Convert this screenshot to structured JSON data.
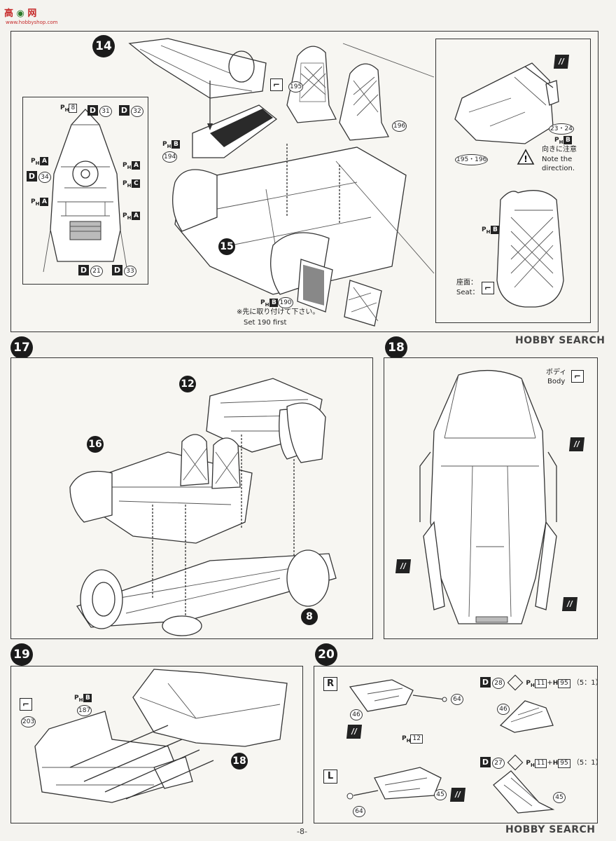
{
  "watermark": {
    "chars": "高",
    "site": "网",
    "url": "www.hobbyshop.com"
  },
  "page_number": "-8-",
  "brand_top": "HOBBY SEARCH",
  "brand_bottom": "HOBBY SEARCH",
  "steps": {
    "s14": {
      "num": "14",
      "paint": {
        "ph8": "8",
        "d31": "31",
        "d32": "32",
        "pha1": "A",
        "phc": "C",
        "d34": "34",
        "pha2": "A",
        "pha3": "A",
        "pha4": "A",
        "d21": "21",
        "d33": "33",
        "phb194": "B",
        "p194": "194",
        "p195": "195",
        "p196": "196",
        "phb190": "B",
        "p190": "190"
      },
      "note_jp": "※先に取り付けて下さい。",
      "note_en": "Set 190 first",
      "sub15": "15",
      "detail": {
        "parts": "23・24",
        "parts2": "195・196",
        "phb_a": "B",
        "caution_jp": "向きに注意",
        "caution_en1": "Note the",
        "caution_en2": "direction.",
        "phb_b": "B",
        "seat_jp": "座面：",
        "seat_en": "Seat："
      }
    },
    "s17": {
      "num": "17",
      "sub12": "12",
      "sub16": "16",
      "sub8": "8"
    },
    "s18": {
      "num": "18",
      "body_jp": "ボディ",
      "body_en": "Body"
    },
    "s19": {
      "num": "19",
      "p203": "203",
      "phb": "B",
      "p187": "187",
      "sub18": "18"
    },
    "s20": {
      "num": "20",
      "r": "R",
      "l": "L",
      "p64a": "64",
      "p46a": "46",
      "ph12": "12",
      "p46b": "46",
      "d28": "28",
      "mix1a": "11",
      "mix1b": "95",
      "ratio1": "（5：1）",
      "d27": "27",
      "mix2a": "11",
      "mix2b": "95",
      "ratio2": "（5：1）",
      "p64b": "64",
      "p45a": "45",
      "p45b": "45"
    }
  }
}
